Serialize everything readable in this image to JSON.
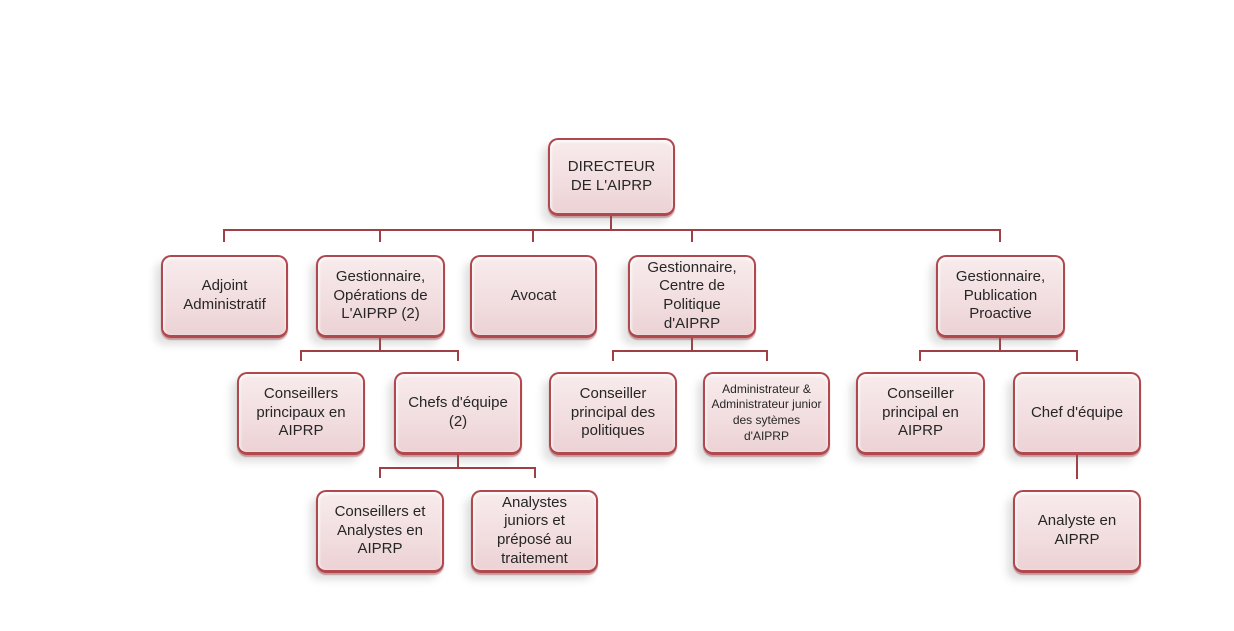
{
  "diagram": {
    "type": "org-chart",
    "language": "fr"
  },
  "colors": {
    "background": "#ffffff",
    "node_fill_top": "#f8ebec",
    "node_fill_bottom": "#ecd2d4",
    "node_border": "#b0484e",
    "connector": "#9e4045",
    "text": "#262626"
  },
  "nodes": [
    {
      "id": "directeur",
      "label": "DIRECTEUR DE L'AIPRP",
      "reports_to": null
    },
    {
      "id": "adjoint-administratif",
      "label": "Adjoint Administratif",
      "reports_to": "directeur"
    },
    {
      "id": "gestionnaire-operations",
      "label": "Gestionnaire, Opérations de L'AIPRP (2)",
      "reports_to": "directeur"
    },
    {
      "id": "avocat",
      "label": "Avocat",
      "reports_to": "directeur"
    },
    {
      "id": "gestionnaire-centre-politique",
      "label": "Gestionnaire, Centre de Politique d'AIPRP",
      "reports_to": "directeur"
    },
    {
      "id": "gestionnaire-publication-proactive",
      "label": "Gestionnaire, Publication Proactive",
      "reports_to": "directeur"
    },
    {
      "id": "conseillers-principaux-aiprp",
      "label": "Conseillers principaux en AIPRP",
      "reports_to": "gestionnaire-operations"
    },
    {
      "id": "chefs-equipe",
      "label": "Chefs d'équipe (2)",
      "reports_to": "gestionnaire-operations"
    },
    {
      "id": "conseiller-principal-politiques",
      "label": "Conseiller principal des politiques",
      "reports_to": "gestionnaire-centre-politique"
    },
    {
      "id": "administrateurs-systemes",
      "label": "Administrateur & Administrateur junior des sytèmes d'AIPRP",
      "reports_to": "gestionnaire-centre-politique"
    },
    {
      "id": "conseiller-principal-aiprp",
      "label": "Conseiller principal en AIPRP",
      "reports_to": "gestionnaire-publication-proactive"
    },
    {
      "id": "chef-equipe",
      "label": "Chef d'équipe",
      "reports_to": "gestionnaire-publication-proactive"
    },
    {
      "id": "conseillers-analystes-aiprp",
      "label": "Conseillers et Analystes en AIPRP",
      "reports_to": "chefs-equipe"
    },
    {
      "id": "analystes-juniors-prepose",
      "label": "Analystes juniors et préposé au traitement",
      "reports_to": "chefs-equipe"
    },
    {
      "id": "analyste-aiprp",
      "label": "Analyste en AIPRP",
      "reports_to": "chef-equipe"
    }
  ]
}
